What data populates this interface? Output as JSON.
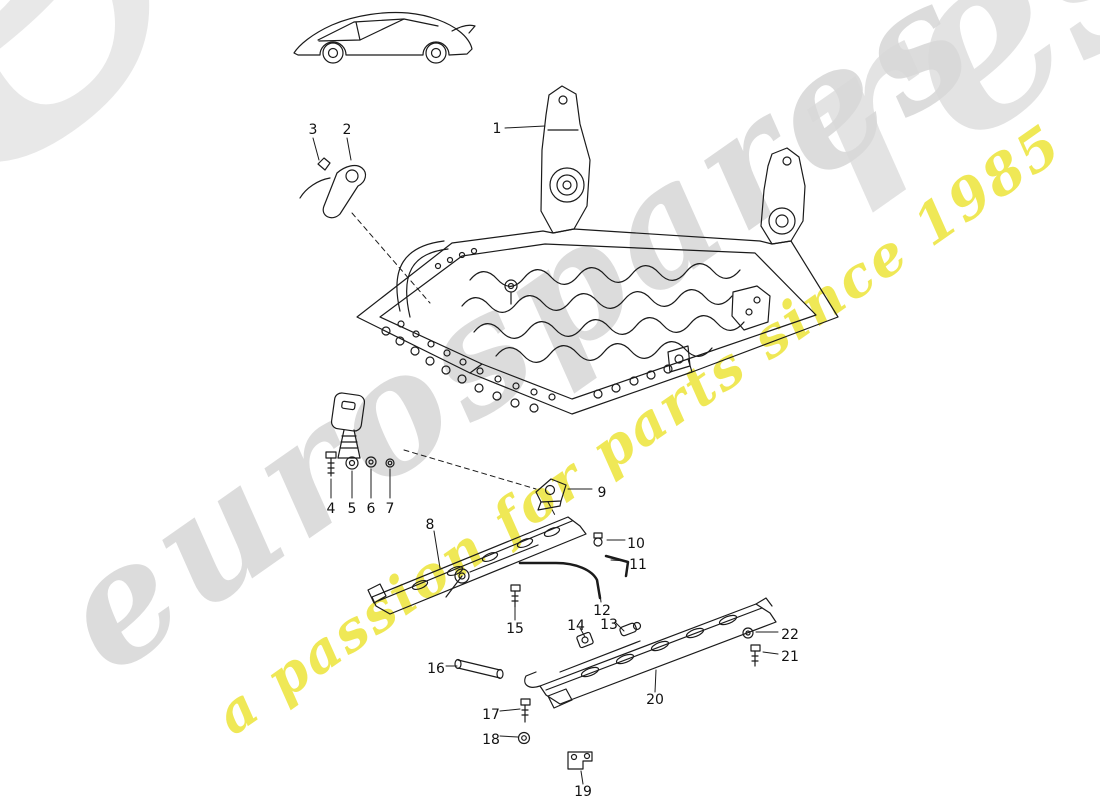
{
  "page": {
    "background_color": "#ffffff"
  },
  "watermark": {
    "brand": "eurospares",
    "fragment_left": "e",
    "fragment_right": "res",
    "tagline": "a passion for parts since 1985",
    "brand_color": "#d9d9d9",
    "tagline_color": "#ede539"
  },
  "diagram": {
    "car_thumbnail": "porsche-911-side-silhouette",
    "line_color": "#1b1b1b",
    "callouts": [
      "1",
      "2",
      "3",
      "4",
      "5",
      "6",
      "7",
      "8",
      "9",
      "10",
      "11",
      "12",
      "13",
      "14",
      "15",
      "16",
      "17",
      "18",
      "19",
      "20",
      "21",
      "22"
    ]
  }
}
